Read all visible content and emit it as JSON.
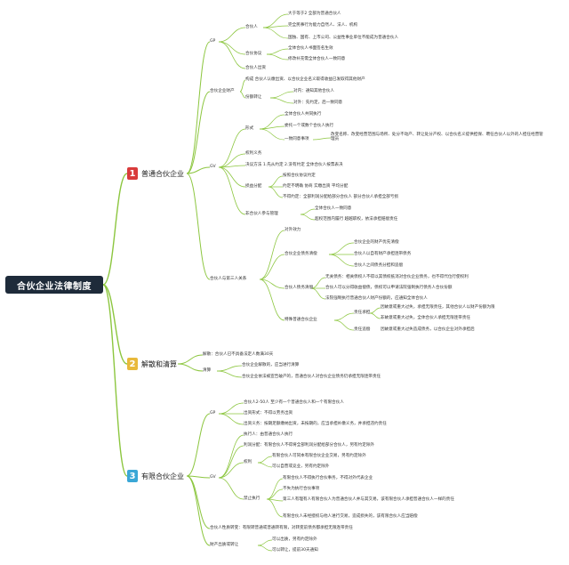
{
  "root": "合伙企业法律制度",
  "branches": [
    {
      "num": "1",
      "label": "普通合伙企业",
      "color": "#d93b3b"
    },
    {
      "num": "2",
      "label": "解散和清算",
      "color": "#e8b93b"
    },
    {
      "num": "3",
      "label": "有限合伙企业",
      "color": "#3aa7d6"
    }
  ],
  "b1": {
    "gp": "GP",
    "gp_partner": "合伙人",
    "gp_p1": "大于等于2 全部为普通合伙人",
    "gp_p2": "完全民事行为能力自然人、法人、机构",
    "gp_p3": "国独、国有、上市公司、公益性事业单位不能成为普通合伙人",
    "agreement": "合伙协议",
    "ag1": "全体合伙人书面签名生效",
    "ag2": "修改补充需全体合伙人一致同意",
    "contribution": "合伙人出资",
    "property": "合伙企业财产",
    "prop1": "构成 合伙人认缴出资、以合伙企业名义取得收益已发取得其他财产",
    "share_transfer": "份额转让",
    "st1": "对内：通知其他合伙人",
    "st2": "对外：先约定，后一致同意",
    "gv": "GV",
    "form": "形式",
    "f1": "全体合伙人共同执行",
    "f2": "委托一个或数个合伙人执行",
    "f3": "一致同意事项",
    "f3a": "改变名称、改变经营范围与场所、处分不动产、转让处分产权、以合伙名义提供担保、聘任合伙人以外的人担任经营管理员",
    "rights": "权利义务",
    "vote": "决议方法 1.先从约定 2.没有约定 全体合伙人按票表决",
    "profit": "损益分配",
    "pf1": "按照合伙协议约定",
    "pf2": "约定不明确 协商 实缴出资 平均分配",
    "pf3": "不得约定：全部利润分配给部分合伙人 部分合伙人承担全部亏损",
    "nonpartner": "非合伙人参与管理",
    "np1": "全体合伙人一致同意",
    "np2": "超权范围内履行 越越职权，依法承担赔偿责任",
    "third": "合伙人与第三人关系",
    "t1": "对外效力",
    "debt": "合伙企业债务清偿",
    "d1": "合伙企业的财产优先清偿",
    "d2": "合伙人以自有财产承担连带债务",
    "d3": "合伙人之间债务分担和追偿",
    "pdebt": "合伙人债务清偿",
    "pd1": "无关债务：相关债权人不得以其债权抵消对合伙企业债务，也不得代位行使权利",
    "pd2": "合伙人可以分得收益偿债，债权可以申请法院强制执行债务人合伙份额",
    "pd3": "法院强制执行普通合伙人财产份额的，应通知全体合伙人",
    "special": "特殊普通合伙企业",
    "liability": "责任承担",
    "l1": "因故意或重大过失，承担无限责任，其他合伙人以财产份额为限",
    "l2": "非故意或重大过失，全体合伙人承担无限连带责任",
    "recourse": "责任追偿",
    "r1": "因故意或重大过失造成债务，以合伙企业对外承担后"
  },
  "b2": {
    "dissolve": "解散：合伙人已不具备法定人数满30天",
    "liq": "清算",
    "lq1": "合伙企业解散的，应当进行清算",
    "lq2": "合伙企业依法被宣告破产的，普通合伙人对合伙企业债务仍承担无限连带责任"
  },
  "b3": {
    "gp": "GP",
    "g1": "合伙人2-50人 至少有一个普通合伙人和一个有限合伙人",
    "g2": "出资形式：不得以劳务出资",
    "g3": "出资义务：按期足额缴纳出资，未按期的，应当承担补缴义务，并承担违约责任",
    "gv": "GV",
    "v1": "执行人：由普通合伙人执行",
    "v2": "利润分配：有限合伙人不得将全部利润分配给部分合伙人，另有约定除外",
    "rights": "权利",
    "rt1": "有限合伙人可同本有限合伙企业交易，另有约定除外",
    "rt2": "可以自营或竞业，另有约定除外",
    "forbid": "禁止执行",
    "fb1": "有限合伙人不得执行合伙事务，不得对外代表企业",
    "fb2": "不失为执行合伙事项",
    "fb3": "第三人有理有人有限合伙人为普通合伙人并与其交易，该有限合伙人承担普通合伙人一样的责任",
    "fb4": "有限合伙人未经授权与他人进行交易，造成损失的，该有限合伙人应当赔偿",
    "convert": "合伙人性质转变：有限转普通或普通转有限，对转变前债务都承担无限连带责任",
    "transfer": "财产出质或转让",
    "tr1": "可以出质，另有约定除外",
    "tr2": "可以转让，提前30天通知"
  }
}
